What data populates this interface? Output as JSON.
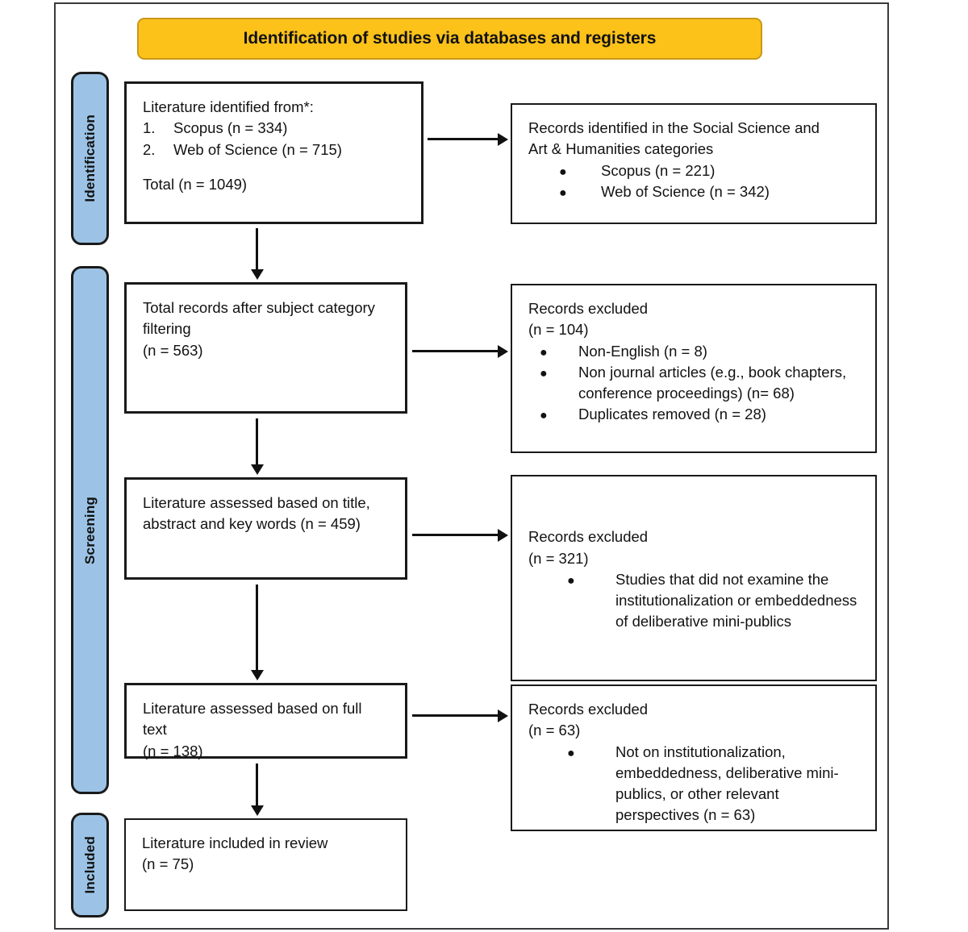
{
  "title": "Identification of studies via databases and registers",
  "colors": {
    "banner": "#FDC21A",
    "stage_bar": "#9CC3E5",
    "box_border": "#1a1a1a",
    "text": "#121212"
  },
  "stages": [
    {
      "id": "identification",
      "label": "Identification"
    },
    {
      "id": "screening",
      "label": "Screening"
    },
    {
      "id": "included",
      "label": "Included"
    }
  ],
  "boxes": {
    "sources": {
      "heading": "Literature identified from*:",
      "items": [
        {
          "num": "1.",
          "text": "Scopus (n = 334)"
        },
        {
          "num": "2.",
          "text": "Web of Science (n = 715)"
        }
      ],
      "total": "Total (n = 1049)"
    },
    "categories": {
      "line1": "Records identified in the Social Science and",
      "line2": "Art & Humanities categories",
      "bullets": [
        "Scopus (n = 221)",
        "Web of Science (n = 342)"
      ]
    },
    "total_after_filter": {
      "line1": "Total records after subject category",
      "line2": "filtering",
      "line3": "(n = 563)"
    },
    "excluded_1": {
      "heading": "Records excluded",
      "count": "(n = 104)",
      "bullets": [
        "Non-English (n = 8)",
        "Non journal articles (e.g., book chapters, conference proceedings) (n= 68)",
        "Duplicates removed (n = 28)"
      ]
    },
    "assessed_title": {
      "line1": "Literature assessed based on title,",
      "line2": "abstract and key words (n = 459)"
    },
    "excluded_2": {
      "heading": "Records excluded",
      "count": "(n = 321)",
      "bullets": [
        "Studies that did not examine the institutionalization or embeddedness of deliberative mini-publics"
      ]
    },
    "assessed_full": {
      "line1": "Literature assessed based on full",
      "line2": "text",
      "line3": "(n = 138)"
    },
    "excluded_3": {
      "heading": "Records excluded",
      "count": "(n = 63)",
      "bullets": [
        "Not on institutionalization, embeddedness, deliberative mini-publics, or other relevant perspectives (n = 63)"
      ]
    },
    "included": {
      "line1": "Literature included in review",
      "line2": "(n = 75)"
    }
  },
  "glyphs": {
    "bullet": "●"
  }
}
